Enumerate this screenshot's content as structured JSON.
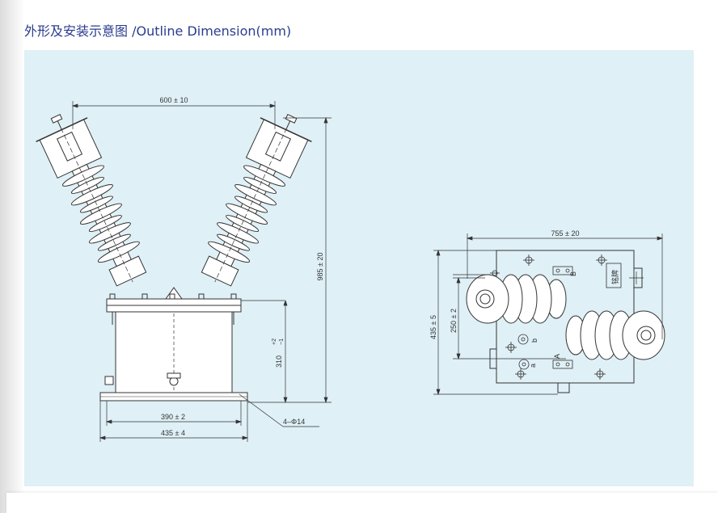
{
  "page": {
    "title": "外形及安装示意图 /Outline Dimension(mm)"
  },
  "front_view": {
    "dims": {
      "top_width": "600 ± 10",
      "height_total": "985 ± 20",
      "height_base_tol_plus": "+2",
      "height_base_tol_minus": "−1",
      "height_base": "310",
      "mount_spacing": "390 ± 2",
      "base_width": "435 ± 4",
      "mount_holes": "4–Φ14"
    }
  },
  "top_view": {
    "dims": {
      "width": "755 ± 20",
      "depth": "435 ± 5",
      "bushing_spacing": "250 ± 2"
    },
    "labels": {
      "terminal_a_upper": "A",
      "terminal_b_upper": "B",
      "terminal_a_lower": "a",
      "terminal_b_lower": "b",
      "nameplate": "铭牌"
    }
  },
  "colors": {
    "title": "#2a3d8f",
    "panel": "#dff0f6",
    "line": "#333333"
  }
}
